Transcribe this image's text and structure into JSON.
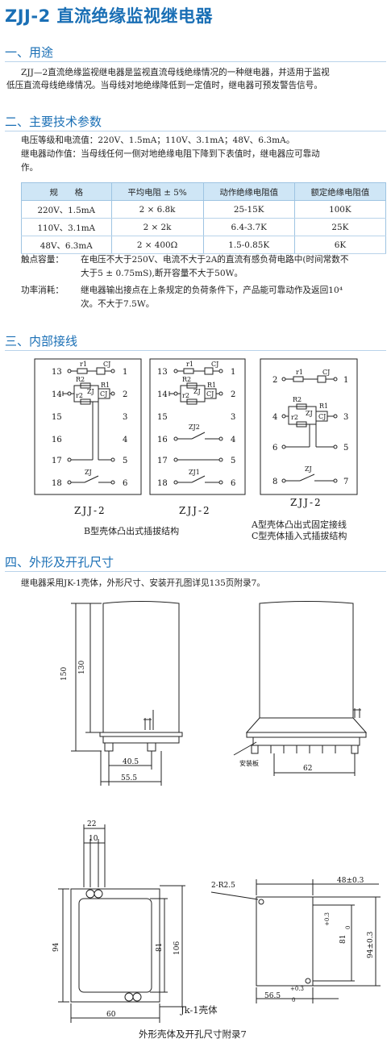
{
  "title": "ZJJ-2 直流绝缘监视继电器",
  "sections": {
    "s1": "一、用途",
    "s2": "二、主要技术参数",
    "s3": "三、内部接线",
    "s4": "四、外形及开孔尺寸"
  },
  "usage": {
    "line1": "ZJJ—2直流绝缘监视继电器是监视直流母线绝缘情况的一种继电器，并适用于监视",
    "line2": "低压直流母线绝缘情况。当母线对地绝缘降低到一定值时，继电器可预发警告信号。"
  },
  "params": {
    "line1": "电压等级和电流值：220V、1.5mA；110V、3.1mA；48V、6.3mA。",
    "line2": "继电器动作值：当母线任何一侧对地绝缘电阻下降到下表值时，继电器应可靠动",
    "line3": "作。"
  },
  "table": {
    "headers": [
      "规　　格",
      "平均电阻 ± 5%",
      "动作绝缘电阻值",
      "额定绝缘电阻值"
    ],
    "rows": [
      [
        "220V、1.5mA",
        "2 × 6.8k",
        "25-15K",
        "100K"
      ],
      [
        "110V、3.1mA",
        "2 × 2k",
        "6.4-3.7K",
        "25K"
      ],
      [
        "48V、6.3mA",
        "2 × 400Ω",
        "1.5-0.85K",
        "6K"
      ]
    ]
  },
  "contact": {
    "label": "触点容量：",
    "line1": "在电压不大于250V、电流不大于2A的直流有感负荷电路中(时间常数不",
    "line2": "大于5 ± 0.75mS),断开容量不大于50W。"
  },
  "power": {
    "label": "功率消耗：",
    "line1": "继电器输出接点在上条规定的负荷条件下，产品能可靠动作及返回10⁴",
    "line2": "次。不大于7.5W。"
  },
  "wiring": {
    "model": "ZJJ-2",
    "caption_b": "B型壳体凸出式插拔结构",
    "caption_a": "A型壳体凸出式固定接线",
    "caption_c": "C型壳体插入式插拔结构",
    "labels": {
      "r1": "r1",
      "r2": "r2",
      "R1": "R1",
      "R2": "R2",
      "CJ": "CJ",
      "ZJ": "ZJ",
      "ZJ2": "ZJ2",
      "ZJ1": "ZJ1"
    },
    "d1_terminals": [
      "13",
      "14",
      "15",
      "16",
      "17",
      "18",
      "1",
      "2",
      "3",
      "4",
      "5",
      "6"
    ],
    "d3_terminals": [
      "2",
      "4",
      "6",
      "8",
      "1",
      "3",
      "5",
      "7"
    ]
  },
  "outline": {
    "intro": "继电器采用JK-1壳体，外形尺寸、安装开孔图详见135页附录7。",
    "dims": {
      "d150": "150",
      "d130": "130",
      "d40_5": "40.5",
      "d55_5": "55.5",
      "d62": "62",
      "mount_plate": "安装板",
      "d22": "22",
      "d10": "10",
      "d94": "94",
      "d81": "81",
      "d106": "106",
      "d60": "60",
      "r2_5": "2-R2.5",
      "d48": "48±0.3",
      "d81tol": "81",
      "tol_up": "+0.3",
      "tol_low": "0",
      "d94tol": "94±0.3",
      "d56_5": "56.5"
    },
    "case_caption": "Jk-1壳体",
    "appendix_caption": "外形壳体及开孔尺寸附录7"
  }
}
